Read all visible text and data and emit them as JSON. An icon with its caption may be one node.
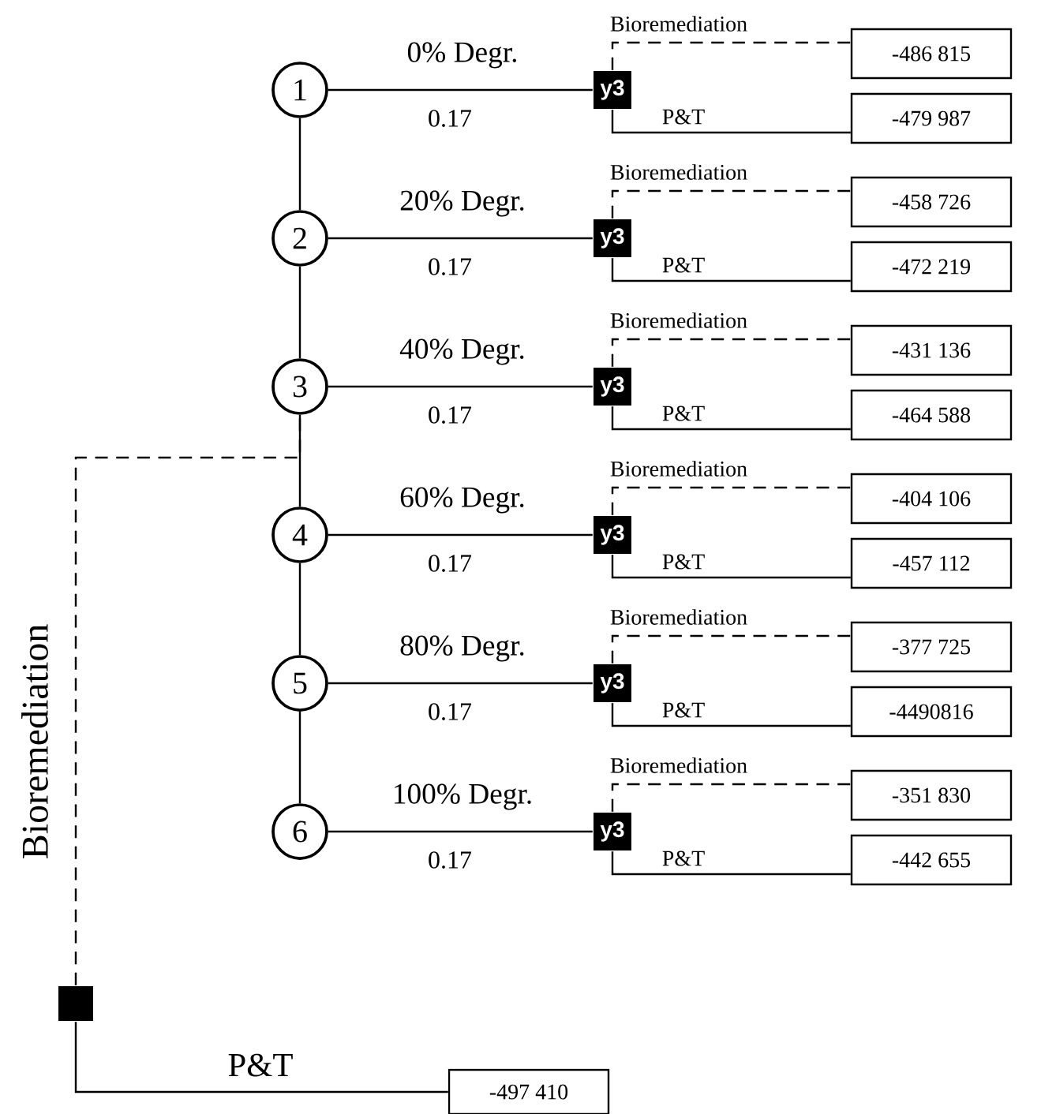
{
  "diagram": {
    "nodes": [
      {
        "text": [],
        "shape": "box"
      },
      {
        "text": [
          "1"
        ]
      },
      {
        "text": [
          "y3"
        ]
      },
      {
        "text": [
          "-486 815"
        ]
      },
      {
        "text": [
          "-479 987"
        ]
      },
      {
        "text": [
          "2"
        ]
      },
      {
        "text": [
          "y3"
        ]
      },
      {
        "text": [
          "-458 726"
        ]
      },
      {
        "text": [
          "-472 219"
        ]
      },
      {
        "text": [
          "3"
        ]
      },
      {
        "text": [
          "y3"
        ]
      },
      {
        "text": [
          "-431 136"
        ]
      },
      {
        "text": [
          "-464 588"
        ]
      },
      {
        "text": [
          "4"
        ]
      },
      {
        "text": [
          "y3"
        ]
      },
      {
        "text": [
          "-404 106"
        ]
      },
      {
        "text": [
          "-457 112"
        ]
      },
      {
        "text": [
          "5"
        ]
      },
      {
        "text": [
          "y3"
        ]
      },
      {
        "text": [
          "-377 725"
        ]
      },
      {
        "text": [
          "-4490816"
        ]
      },
      {
        "text": [
          "6"
        ]
      },
      {
        "text": [
          "y3"
        ]
      },
      {
        "text": [
          "-351 830"
        ]
      },
      {
        "text": [
          "-442 655"
        ]
      },
      {
        "text": [
          "-497 410"
        ]
      }
    ],
    "edges": [
      {
        "from": 1,
        "to": 2,
        "arrow": "none",
        "label": "0% Degr."
      },
      {
        "from": 2,
        "to": 3,
        "arrow": "none",
        "label": "Bioremediation",
        "style": "dashed"
      },
      {
        "from": 2,
        "to": 4,
        "arrow": "none",
        "label": "P&T"
      },
      {
        "from": 5,
        "to": 6,
        "arrow": "none",
        "label": "20% Degr."
      },
      {
        "from": 6,
        "to": 7,
        "arrow": "none",
        "label": "Bioremediation",
        "style": "dashed"
      },
      {
        "from": 6,
        "to": 8,
        "arrow": "none",
        "label": "P&T"
      },
      {
        "from": 9,
        "to": 10,
        "arrow": "none",
        "label": "40% Degr."
      },
      {
        "from": 10,
        "to": 11,
        "arrow": "none",
        "label": "Bioremediation",
        "style": "dashed"
      },
      {
        "from": 10,
        "to": 12,
        "arrow": "none",
        "label": "P&T"
      },
      {
        "from": 13,
        "to": 14,
        "arrow": "none",
        "label": "60% Degr."
      },
      {
        "from": 14,
        "to": 15,
        "arrow": "none",
        "label": "Bioremediation",
        "style": "dashed"
      },
      {
        "from": 14,
        "to": 16,
        "arrow": "none",
        "label": "P&T"
      },
      {
        "from": 17,
        "to": 18,
        "arrow": "none",
        "label": "80% Degr."
      },
      {
        "from": 18,
        "to": 19,
        "arrow": "none",
        "label": "Bioremediation",
        "style": "dashed"
      },
      {
        "from": 18,
        "to": 20,
        "arrow": "none",
        "label": "P&T"
      },
      {
        "from": 21,
        "to": 22,
        "arrow": "none",
        "label": "100% Degr."
      },
      {
        "from": 22,
        "to": 23,
        "arrow": "none",
        "label": "Bioremediation",
        "style": "dashed"
      },
      {
        "from": 22,
        "to": 24,
        "arrow": "none",
        "label": "P&T"
      },
      {
        "from": 1,
        "to": 5,
        "arrow": "none"
      },
      {
        "from": 5,
        "to": 9,
        "arrow": "none"
      },
      {
        "from": 9,
        "to": 13,
        "arrow": "none"
      },
      {
        "from": 13,
        "to": 17,
        "arrow": "none"
      },
      {
        "from": 17,
        "to": 21,
        "arrow": "none"
      },
      {
        "from": 0,
        "to": 9,
        "arrow": "none",
        "label": "Bioremediation",
        "style": "dashed"
      },
      {
        "from": 0,
        "to": 25,
        "arrow": "none",
        "label": "P&T"
      }
    ],
    "labels": [
      "0.17",
      "0.17",
      "0.17",
      "0.17",
      "0.17",
      "0.17"
    ]
  }
}
